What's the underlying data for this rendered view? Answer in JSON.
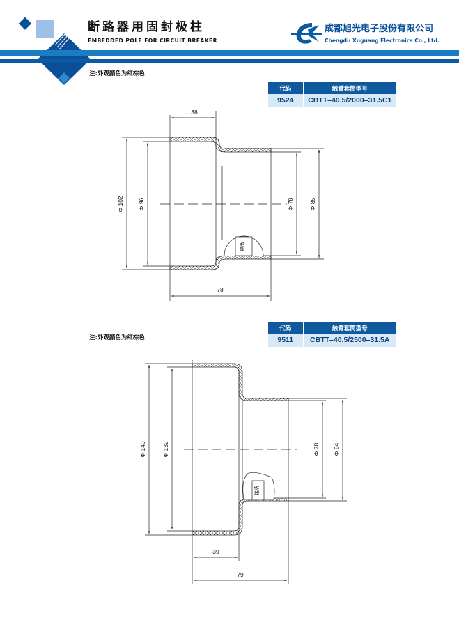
{
  "header": {
    "title_cn": "断路器用固封极柱",
    "title_en": "EMBEDDED POLE FOR CIRCUIT BREAKER",
    "company_cn": "成都旭光电子股份有限公司",
    "company_en": "Chengdu Xuguang Electronics Co., Ltd.",
    "brand_color": "#0b5aa6"
  },
  "parts": [
    {
      "note": "注:外观颜色为红棕色",
      "table": {
        "headers": [
          "代码",
          "触臂套筒型号"
        ],
        "code": "9524",
        "model": "CBTT–40.5/2000–31.5C1"
      },
      "dims": {
        "outer": "Φ 102",
        "inner": "Φ 96",
        "small_inner": "Φ 78",
        "small_outer": "Φ 85",
        "step": "38",
        "length": "78"
      },
      "nameplate": "铭牌"
    },
    {
      "note": "注:外观颜色为红棕色",
      "table": {
        "headers": [
          "代码",
          "触臂套筒型号"
        ],
        "code": "9511",
        "model": "CBTT–40.5/2500–31.5A"
      },
      "dims": {
        "outer": "Φ 140",
        "inner": "Φ 132",
        "small_inner": "Φ 78",
        "small_outer": "Φ 84",
        "step": "39",
        "length": "79"
      },
      "nameplate": "铭牌"
    }
  ]
}
